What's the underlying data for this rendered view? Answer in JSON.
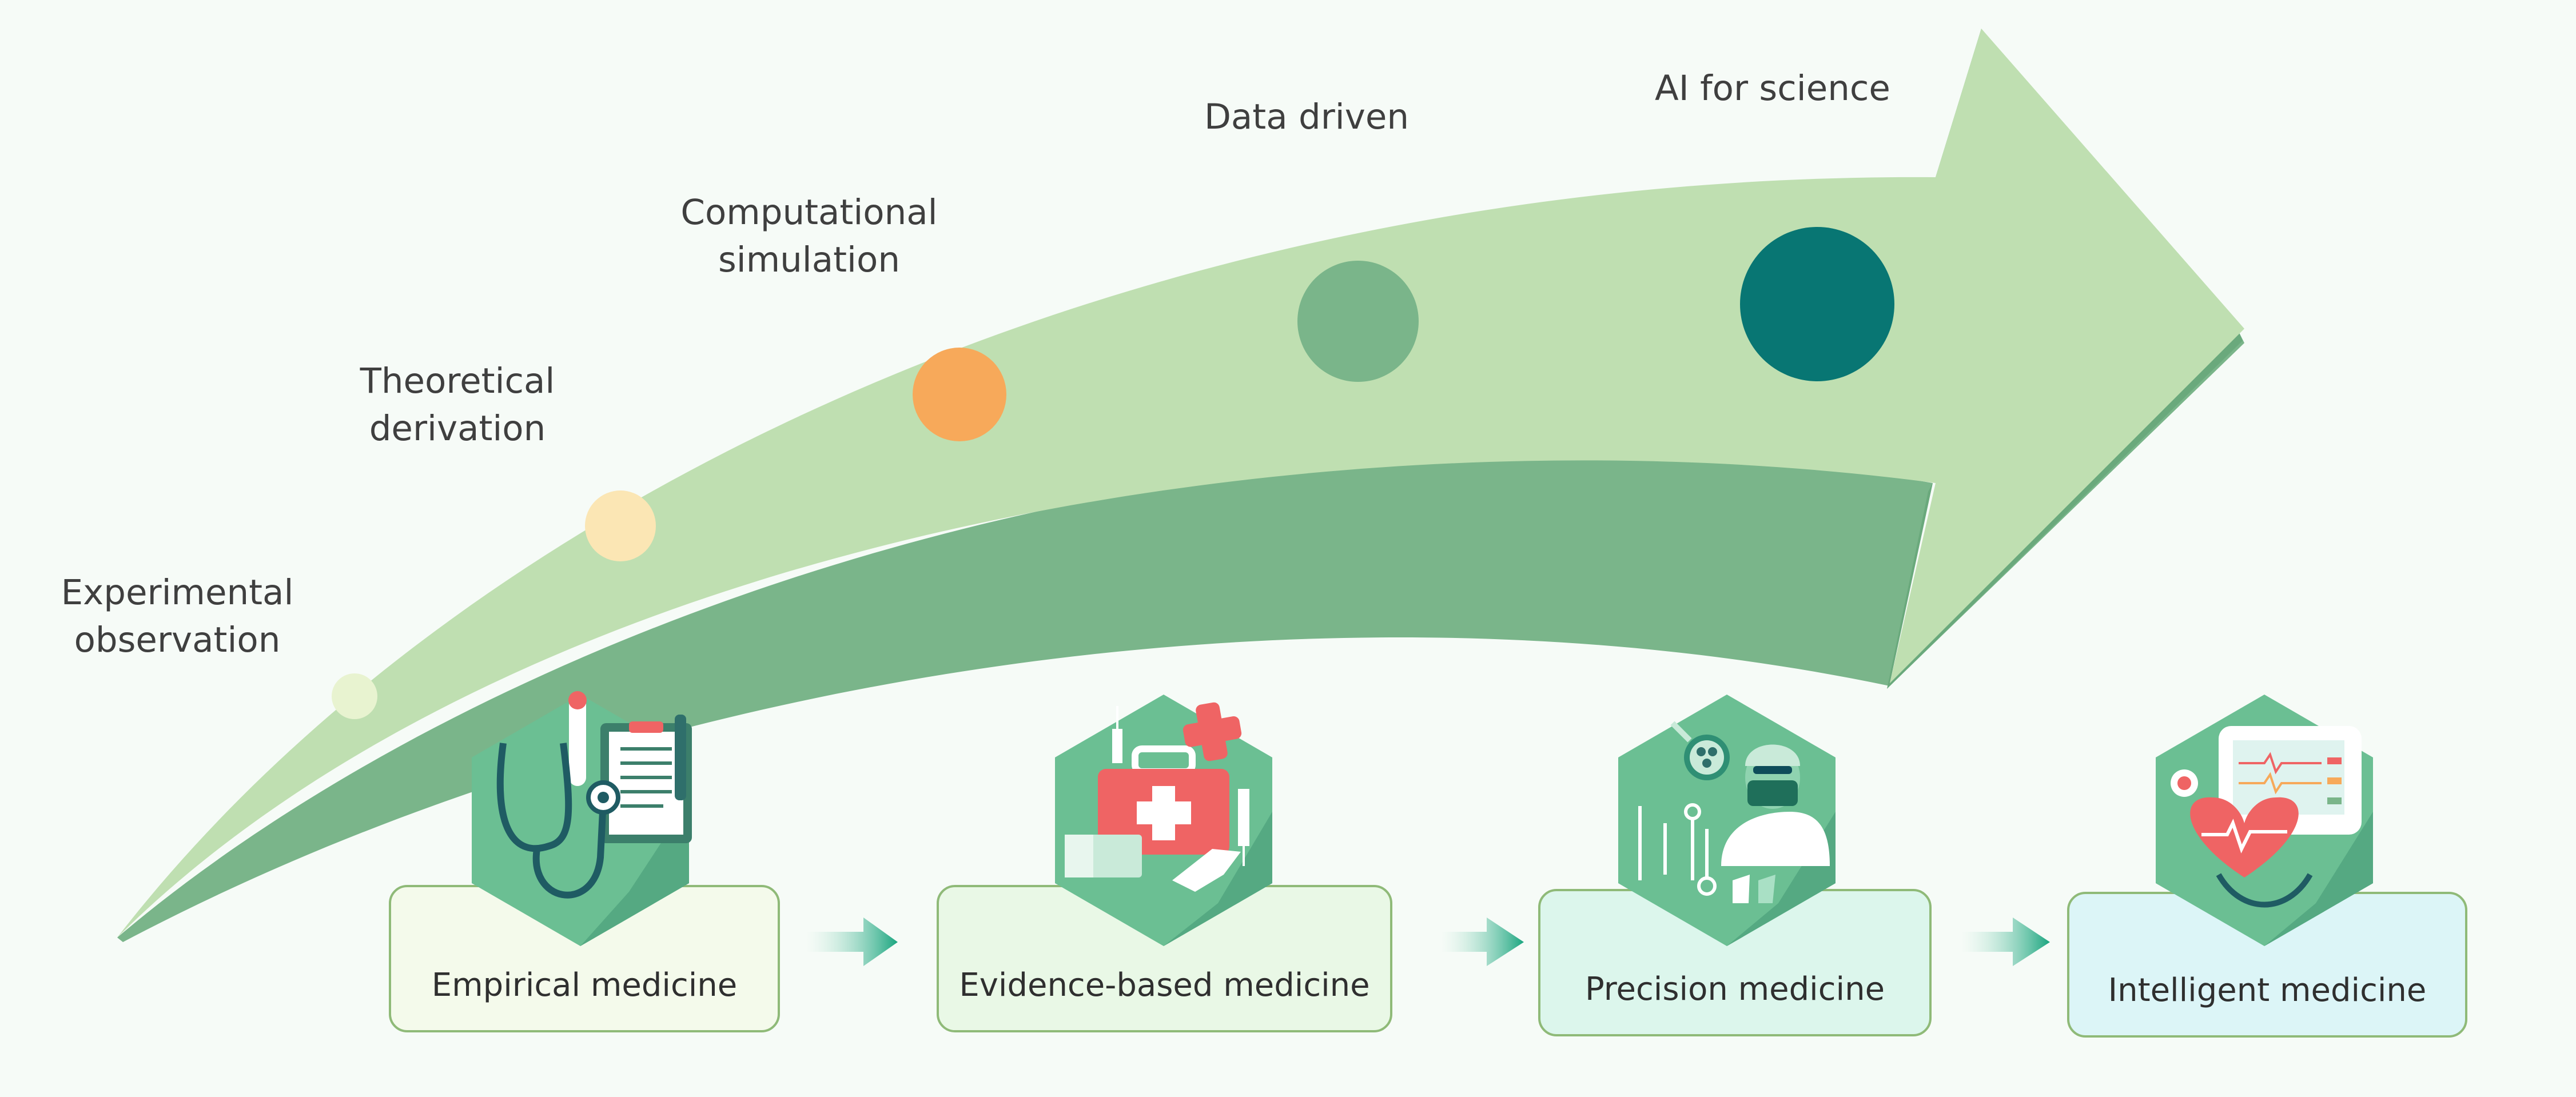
{
  "diagram": {
    "stages": [
      {
        "label_line1": "Experimental",
        "label_line2": "observation",
        "marker_color": "#e8f3d0"
      },
      {
        "label_line1": "Theoretical",
        "label_line2": "derivation",
        "marker_color": "#fbe6b4"
      },
      {
        "label_line1": "Computational",
        "label_line2": "simulation",
        "marker_color": "#f7a95a"
      },
      {
        "label_line1": "Data driven",
        "label_line2": "",
        "marker_color": "#7ab58a"
      },
      {
        "label_line1": "AI for science",
        "label_line2": "",
        "marker_color": "#087673"
      }
    ],
    "medicine": [
      {
        "label": "Empirical medicine",
        "icon": "stethoscope-clipboard-icon",
        "fill": "#f4faeb"
      },
      {
        "label": "Evidence-based medicine",
        "icon": "first-aid-kit-icon",
        "fill": "#e9f8e6"
      },
      {
        "label": "Precision medicine",
        "icon": "surgeon-icon",
        "fill": "#dcf6ec"
      },
      {
        "label": "Intelligent medicine",
        "icon": "heart-monitor-icon",
        "fill": "#dcf5f7"
      }
    ],
    "colors": {
      "arrow_top": "#bfdfb1",
      "arrow_side": "#7ab58a",
      "hexagon": "#6bbf93",
      "hexagon_dark": "#55a982",
      "accent_red": "#ef6464",
      "teal": "#087673"
    }
  }
}
